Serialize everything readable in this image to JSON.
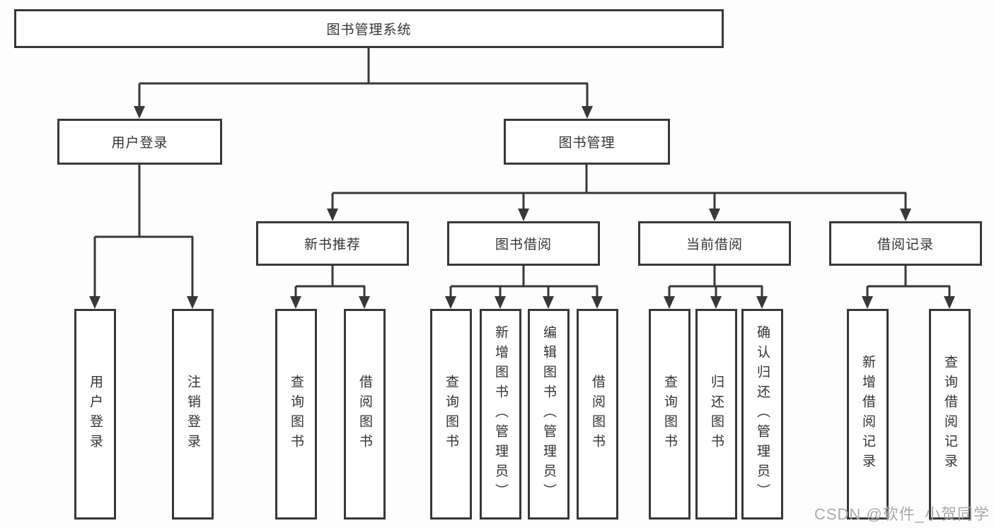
{
  "colors": {
    "line": "#383838",
    "box_border": "#383838",
    "box_fill": "#ffffff",
    "text": "#333333",
    "watermark": "#a9a9a9",
    "background": "#fdfdfd"
  },
  "tree": {
    "root": "图书管理系统",
    "branches": [
      {
        "label": "用户登录",
        "children": [
          "用户登录",
          "注销登录"
        ]
      },
      {
        "label": "图书管理",
        "children": [
          {
            "label": "新书推荐",
            "children": [
              "查询图书",
              "借阅图书"
            ]
          },
          {
            "label": "图书借阅",
            "children": [
              "查询图书",
              "新增图书（管理员）",
              "编辑图书（管理员）",
              "借阅图书"
            ]
          },
          {
            "label": "当前借阅",
            "children": [
              "查询图书",
              "归还图书",
              "确认归还（管理员）"
            ]
          },
          {
            "label": "借阅记录",
            "children": [
              "新增借阅记录",
              "查询借阅记录"
            ]
          }
        ]
      }
    ]
  },
  "watermark": "CSDN @软件_小贺同学"
}
